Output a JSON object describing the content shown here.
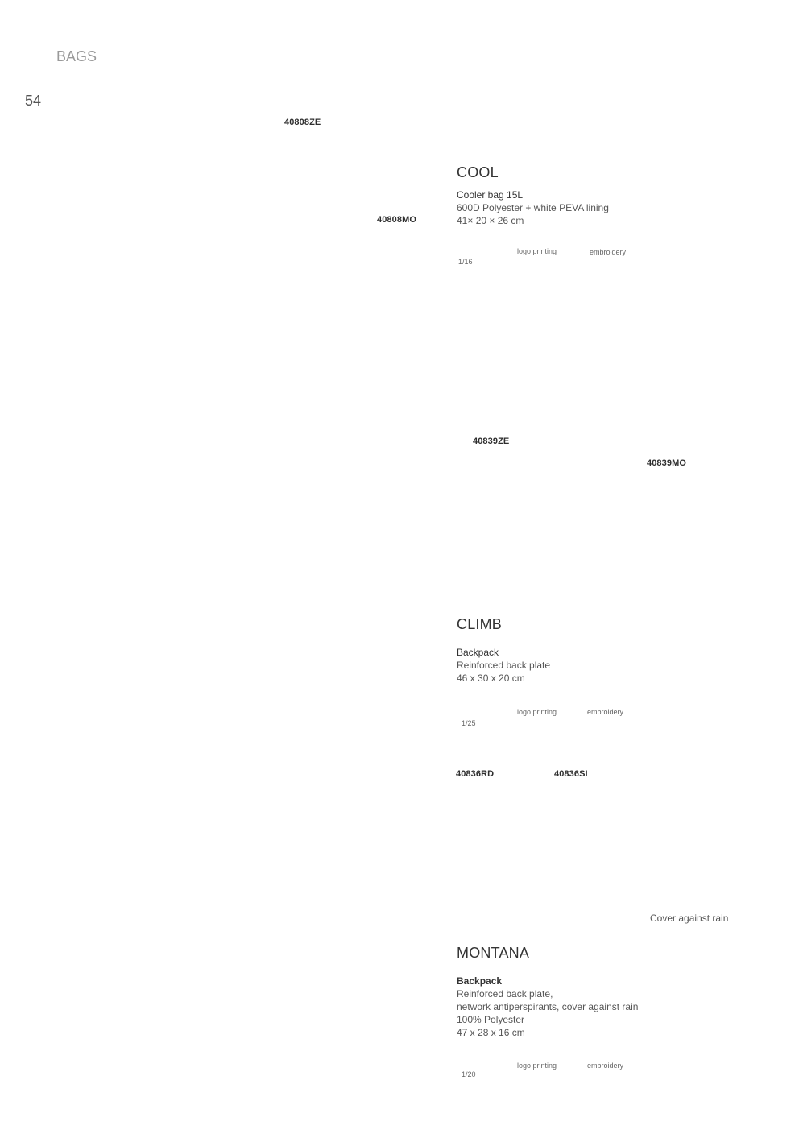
{
  "header": {
    "section": "BAGS",
    "page_number": "54"
  },
  "codes": {
    "c1": "40808ZE",
    "c2": "40808MO",
    "c3": "40839ZE",
    "c4": "40839MO",
    "c5": "40836RD",
    "c6": "40836SI"
  },
  "products": {
    "cool": {
      "title": "COOL",
      "lines": [
        "Cooler bag 15L",
        "600D Polyester + white PEVA lining",
        "41× 20 × 26 cm"
      ],
      "pack": "1/16",
      "logo": "logo printing",
      "embroidery": "embroidery"
    },
    "climb": {
      "title": "CLIMB",
      "lines": [
        "Backpack",
        "Reinforced back plate",
        "46 x 30 x 20 cm"
      ],
      "pack": "1/25",
      "logo": "logo printing",
      "embroidery": "embroidery"
    },
    "montana": {
      "title": "MONTANA",
      "lines": [
        "Backpack",
        "Reinforced back plate,",
        "network antiperspirants, cover against rain",
        "100% Polyester",
        "47 x 28 x 16 cm"
      ],
      "pack": "1/20",
      "logo": "logo printing",
      "embroidery": "embroidery",
      "note": "Cover against rain"
    }
  }
}
